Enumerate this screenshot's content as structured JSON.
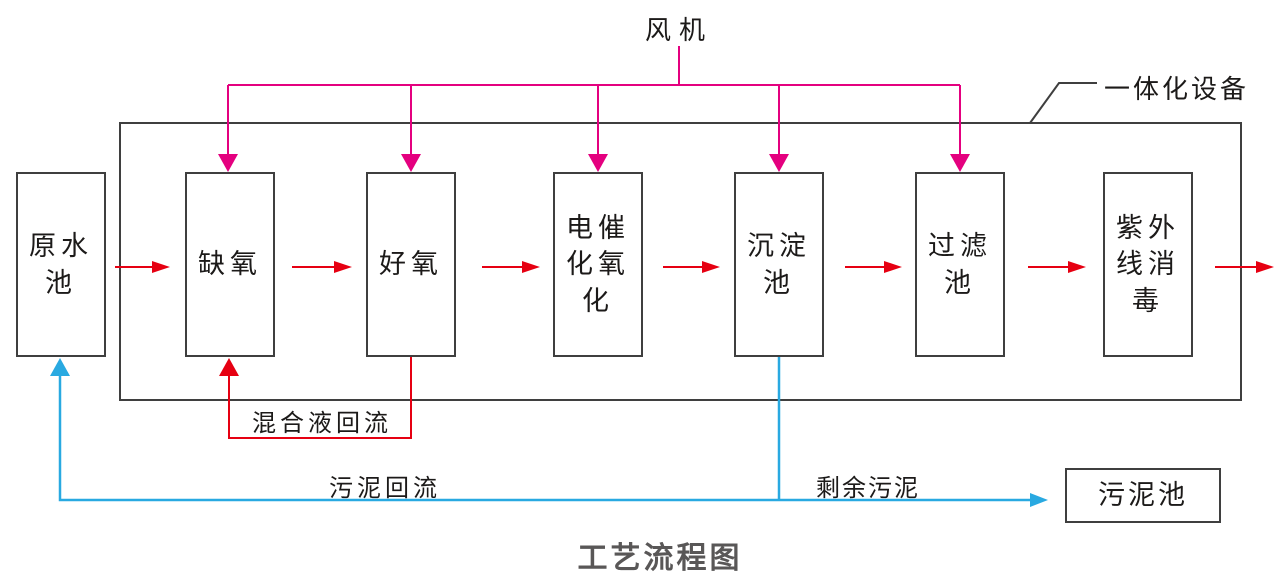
{
  "diagram_title": "工艺流程图",
  "fan": {
    "label": "风机"
  },
  "integrated_unit": {
    "label": "一体化设备"
  },
  "boxes": [
    {
      "id": "raw-water-tank",
      "label": "原水池"
    },
    {
      "id": "anoxic",
      "label": "缺氧"
    },
    {
      "id": "aerobic",
      "label": "好氧"
    },
    {
      "id": "electrocatalytic-oxidation",
      "label": "电催化氧化"
    },
    {
      "id": "sedimentation-tank",
      "label": "沉淀池"
    },
    {
      "id": "filter-tank",
      "label": "过滤池"
    },
    {
      "id": "uv-disinfection",
      "label": "紫外线消毒"
    },
    {
      "id": "sludge-tank",
      "label": "污泥池"
    }
  ],
  "flow_labels": {
    "mixed_liquor_return": "混合液回流",
    "sludge_return": "污泥回流",
    "excess_sludge": "剩余污泥"
  },
  "flows": {
    "main_sequence": [
      "原水池",
      "缺氧",
      "好氧",
      "电催化氧化",
      "沉淀池",
      "过滤池",
      "紫外线消毒"
    ],
    "air_supply_targets": [
      "缺氧",
      "好氧",
      "电催化氧化",
      "沉淀池",
      "过滤池"
    ],
    "mixed_liquor_return": {
      "from": "好氧",
      "to": "缺氧"
    },
    "sludge_return": {
      "from": "沉淀池",
      "to": "原水池"
    },
    "excess_sludge": {
      "from": "沉淀池",
      "to": "污泥池"
    }
  },
  "colors": {
    "flow_arrow_red": "#e60012",
    "air_line_magenta": "#e4007f",
    "sludge_line_blue": "#29a9e1",
    "outline_gray": "#3f3f3f",
    "title_gray": "#595757"
  }
}
